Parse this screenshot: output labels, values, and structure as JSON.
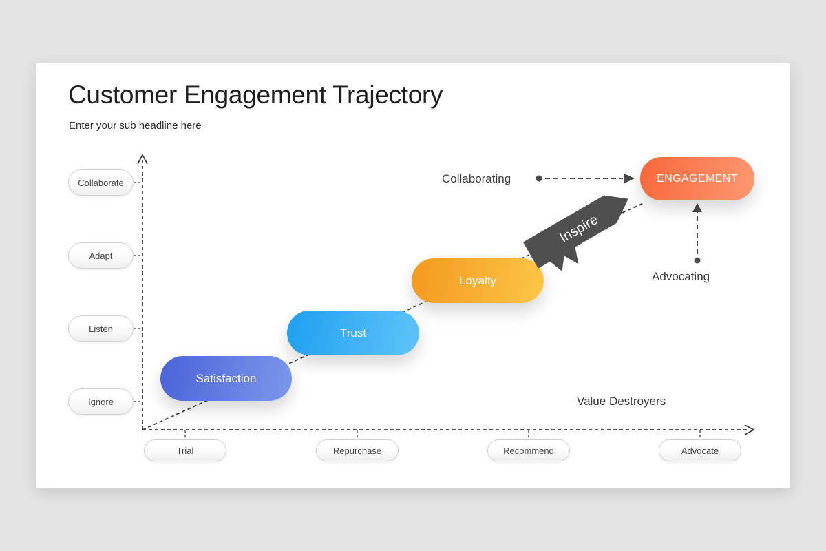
{
  "slide": {
    "title": "Customer Engagement Trajectory",
    "subtitle": "Enter your sub headline here"
  },
  "diagram": {
    "y_axis_labels": [
      "Collaborate",
      "Adapt",
      "Listen",
      "Ignore"
    ],
    "x_axis_labels": [
      "Trial",
      "Repurchase",
      "Recommend",
      "Advocate"
    ],
    "stages": [
      {
        "label": "Satisfaction",
        "gradient_start": "#4a63d8",
        "gradient_end": "#7d97ec"
      },
      {
        "label": "Trust",
        "gradient_start": "#1f9ff1",
        "gradient_end": "#5ec4f8"
      },
      {
        "label": "Loyalty",
        "gradient_start": "#f4981f",
        "gradient_end": "#fcc647"
      },
      {
        "label": "ENGAGEMENT",
        "gradient_start": "#f8683a",
        "gradient_end": "#fc9872"
      }
    ],
    "ribbon": {
      "label": "Inspire",
      "color": "#4f4f4f"
    },
    "annotations": {
      "collaborating": "Collaborating",
      "advocating": "Advocating",
      "value_destroyers": "Value Destroyers"
    }
  },
  "colors": {
    "canvas_background": "#e5e4e4",
    "slide_background": "#ffffff",
    "dashed_line": "#3d3d3d",
    "annotation_text": "#3b3b3b"
  }
}
